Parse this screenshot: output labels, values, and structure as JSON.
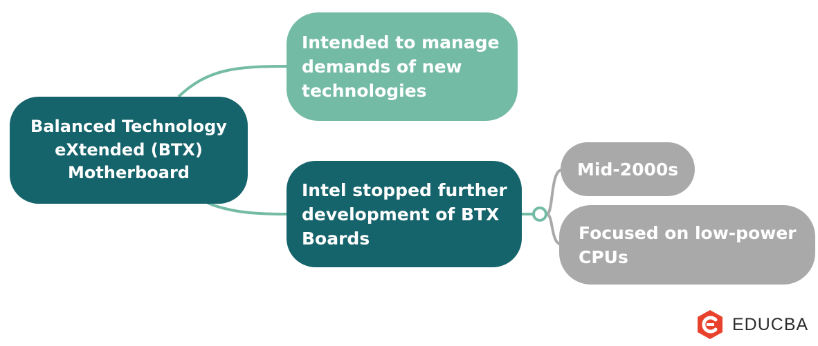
{
  "colors": {
    "root": "#15636b",
    "branch_light": "#74bba5",
    "branch_dark": "#15636b",
    "leaf": "#a9a9a9",
    "connector_teal": "#74bba5",
    "connector_gray": "#a9a9a9",
    "brand_red": "#e8412c"
  },
  "root": {
    "lines": [
      "Balanced Technology",
      "eXtended (BTX)",
      "Motherboard"
    ]
  },
  "branches": [
    {
      "lines": [
        "Intended to manage",
        "demands of new",
        "technologies"
      ]
    },
    {
      "lines": [
        "Intel stopped further",
        "development of BTX",
        "Boards"
      ],
      "children": [
        {
          "lines": [
            "Mid-2000s"
          ]
        },
        {
          "lines": [
            "Focused on low-power",
            "CPUs"
          ]
        }
      ]
    }
  ],
  "brand": {
    "icon": "educba-logo-icon",
    "name": "EDUCBA"
  }
}
